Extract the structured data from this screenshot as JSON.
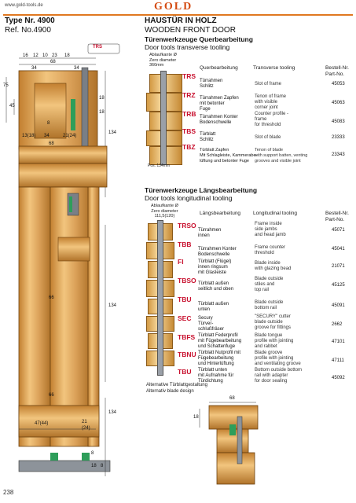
{
  "header": {
    "website": "www.gold-tools.de",
    "logo": "GOLD",
    "type_line": "Type Nr. 4900",
    "ref_line": "Ref.  No.4900",
    "title_de": "HAUSTÜR IN HOLZ",
    "title_en": "WOODEN FRONT DOOR"
  },
  "drawing": {
    "dims": [
      "16",
      "12",
      "10",
      "23",
      "18",
      "68",
      "34",
      "34",
      "75",
      "45",
      "18",
      "18",
      "8",
      "13(18)",
      "34",
      "21(24)",
      "68",
      "134",
      "66",
      "134",
      "66",
      "134",
      "47(44)",
      "21",
      "(24)",
      "8",
      "18",
      "8"
    ],
    "badge": "TRS"
  },
  "transverse": {
    "title_de": "Türenwerkzeuge Querbearbeitung",
    "title_en": "Door tools transverse tooling",
    "ablauf": [
      "Ablaufkante Ø",
      "Zero diameter",
      "360mm"
    ],
    "col_de": "Querbearbeitung",
    "col_en": "Transverse tooling",
    "col_nr": [
      "Bestell-Nr.",
      "Part-No."
    ],
    "rows": [
      {
        "code": "TRS",
        "de": [
          "Türrahmen",
          "Schlitz"
        ],
        "en": [
          "Slot of frame"
        ],
        "nr": "45053"
      },
      {
        "code": "TRZ",
        "de": [
          "Türrahmen Zapfen",
          "mit betonter",
          "Fuge"
        ],
        "en": [
          "Tenon of frame",
          "with visible",
          "corner joint"
        ],
        "nr": "45063"
      },
      {
        "code": "TRB",
        "de": [
          "Türrahmen Konter",
          "Bodenschwelle"
        ],
        "en": [
          "Counter profile -",
          "frame",
          "for threshold"
        ],
        "nr": "45083"
      },
      {
        "code": "TBS",
        "de": [
          "Türblatt",
          "Schlitz"
        ],
        "en": [
          "Slot of blade"
        ],
        "nr": "23333"
      },
      {
        "code": "TBZ",
        "de": [
          "Türblatt Zapfen",
          "Mit Schlagleiste, Kammerabe-",
          "lüftung und betonter Fuge"
        ],
        "en": [
          "Tenon of blade",
          "with support batten, venting",
          "grooves and visible joint"
        ],
        "nr": "23343"
      }
    ],
    "pos_label": "Pos. 134mm"
  },
  "longitudinal": {
    "title_de": "Türenwerkzeuge Längsbearbeitung",
    "title_en": "Door tools longitudinal tooling",
    "ablauf": [
      "Ablaufkante Ø",
      "Zero diameter",
      "111,5(120)"
    ],
    "col_de": "Längsbearbeitung",
    "col_en": "Longitudinal tooling",
    "col_nr": [
      "Bestell-Nr.",
      "Part-No."
    ],
    "rows": [
      {
        "code": "TRSO",
        "de": [
          "Türrahmen",
          "innen"
        ],
        "en": [
          "Frame inside",
          "side jambs",
          "and head jamb"
        ],
        "nr": "45071"
      },
      {
        "code": "TBB",
        "de": [
          "Türrahmen Konter",
          "Bodenschwelle"
        ],
        "en": [
          "Frame counter",
          "threshold"
        ],
        "nr": "45041"
      },
      {
        "code": "FI",
        "de": [
          "Türblatt (Flügel)",
          "innen ringsum",
          "mit Glasleiste"
        ],
        "en": [
          "Blade inside",
          "with glazing bead"
        ],
        "nr": "21071"
      },
      {
        "code": "TBSO",
        "de": [
          "Türblatt außen",
          "seitlich und oben"
        ],
        "en": [
          "Blade outside",
          "stiles and",
          "top rail"
        ],
        "nr": "45125"
      },
      {
        "code": "TBU",
        "de": [
          "Türblatt außen",
          "unten"
        ],
        "en": [
          "Blade outside",
          "bottom rail"
        ],
        "nr": "45091"
      },
      {
        "code": "SEC",
        "de": [
          "Secury",
          "Türver-",
          "schlußfräser"
        ],
        "en": [
          "\"SECURY\" cutter",
          "blade outside",
          "groove for fittings"
        ],
        "nr": "2662"
      },
      {
        "code": "TBFS",
        "de": [
          "Türblatt Federprofil",
          "mit Fügebearbeitung",
          "und Schattenfuge"
        ],
        "en": [
          "Blade tongue",
          "profile with jointing",
          "and rabbet"
        ],
        "nr": "47101"
      },
      {
        "code": "TBNU",
        "de": [
          "Türblatt Nutprofil mit",
          "Fügebearbeitung",
          "und Hinterlüftung"
        ],
        "en": [
          "Blade groove",
          "profile with jointing",
          "and ventilating groove"
        ],
        "nr": "47111"
      },
      {
        "code": "TBU",
        "de": [
          "Türblatt unten",
          "mit Aufnahme für",
          "Türdichtung"
        ],
        "en": [
          "Bottom outside bottom",
          "rail with adapter",
          "for door sealing"
        ],
        "nr": "45092"
      }
    ]
  },
  "alternative": {
    "de": "Alternative Türblattgestaltung",
    "en": "Alternativ blade design",
    "dims": [
      "68",
      "18"
    ]
  },
  "footer": {
    "page_number": "238"
  }
}
